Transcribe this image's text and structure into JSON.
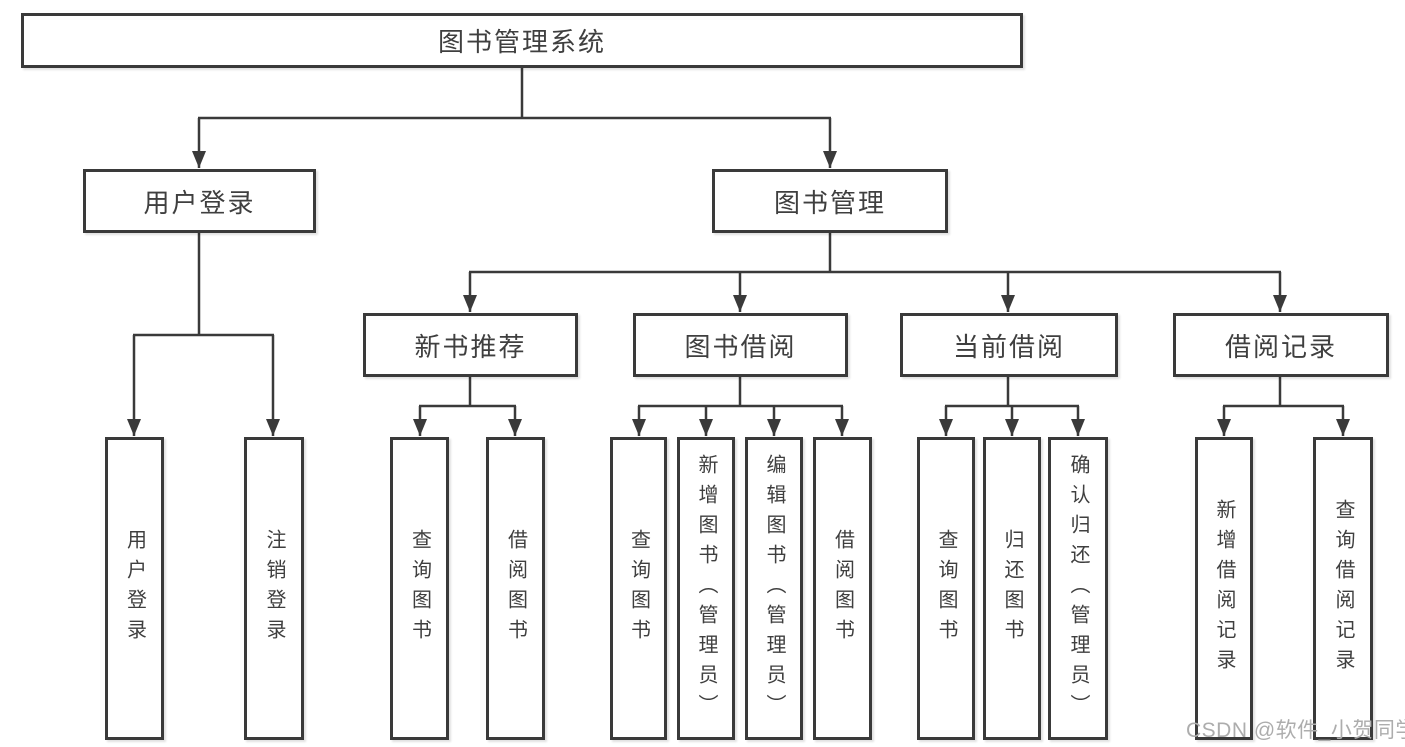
{
  "colors": {
    "line": "#3a3a3a",
    "text": "#3f3f3f",
    "box_bg": "#ffffff",
    "watermark": "#adadad"
  },
  "nodes": {
    "root": "图书管理系统",
    "userLogin": "用户登录",
    "bookManagement": "图书管理",
    "newBookRecommend": "新书推荐",
    "bookBorrow": "图书借阅",
    "currentBorrow": "当前借阅",
    "borrowRecords": "借阅记录",
    "userLoginLeaf": "用户登录",
    "logoutLeaf": "注销登录",
    "recQueryBook": "查询图书",
    "recBorrowBook": "借阅图书",
    "bbQueryBook": "查询图书",
    "bbAddBookAdmin": "新增图书（管理员）",
    "bbEditBookAdmin": "编辑图书（管理员）",
    "bbBorrowBook": "借阅图书",
    "cbQueryBook": "查询图书",
    "cbReturnBook": "归还图书",
    "cbConfirmReturnAdmin": "确认归还（管理员）",
    "brAddRecord": "新增借阅记录",
    "brQueryRecord": "查询借阅记录"
  },
  "watermark": "CSDN @软件_小贺同学"
}
